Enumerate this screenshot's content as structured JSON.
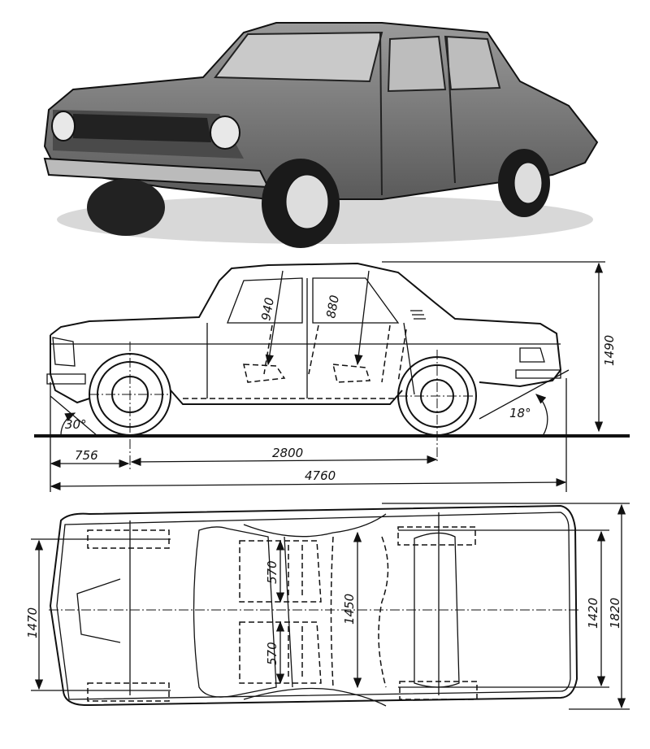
{
  "side_view": {
    "front_overhang": "756",
    "wheelbase": "2800",
    "overall_length": "4760",
    "height": "1490",
    "front_headroom": "940",
    "rear_headroom": "880",
    "approach_angle": "30°",
    "departure_angle": "18°"
  },
  "top_view": {
    "front_track": "1470",
    "rear_track": "1420",
    "overall_width": "1820",
    "interior_width": "1450",
    "front_seat_width_left": "570",
    "front_seat_width_right": "570"
  }
}
